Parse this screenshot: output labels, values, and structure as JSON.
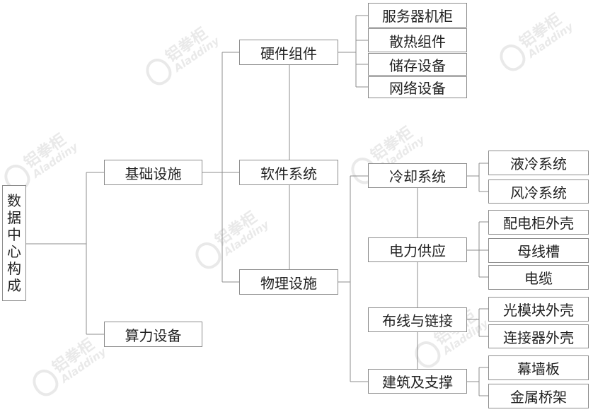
{
  "root": {
    "label_chars": [
      "数",
      "据",
      "中",
      "心",
      "构",
      "成"
    ]
  },
  "level1": {
    "infrastructure": "基础设施",
    "computing": "算力设备"
  },
  "level2": {
    "hardware": "硬件组件",
    "software": "软件系统",
    "physical": "物理设施"
  },
  "hardware_items": [
    "服务器机柜",
    "散热组件",
    "储存设备",
    "网络设备"
  ],
  "physical_groups": {
    "cooling": "冷却系统",
    "power": "电力供应",
    "cabling": "布线与链接",
    "building": "建筑及支撑"
  },
  "leaves": {
    "cooling": [
      "液冷系统",
      "风冷系统"
    ],
    "power": [
      "配电柜外壳",
      "母线槽",
      "电缆"
    ],
    "cabling": [
      "光模块外壳",
      "连接器外壳"
    ],
    "building": [
      "幕墙板",
      "金属桥架"
    ]
  },
  "watermark": {
    "cn": "铝拳柜",
    "en": "Aladdiny"
  },
  "colors": {
    "line": "#8c8c8c",
    "border": "#8c8c8c",
    "text": "#222222"
  }
}
